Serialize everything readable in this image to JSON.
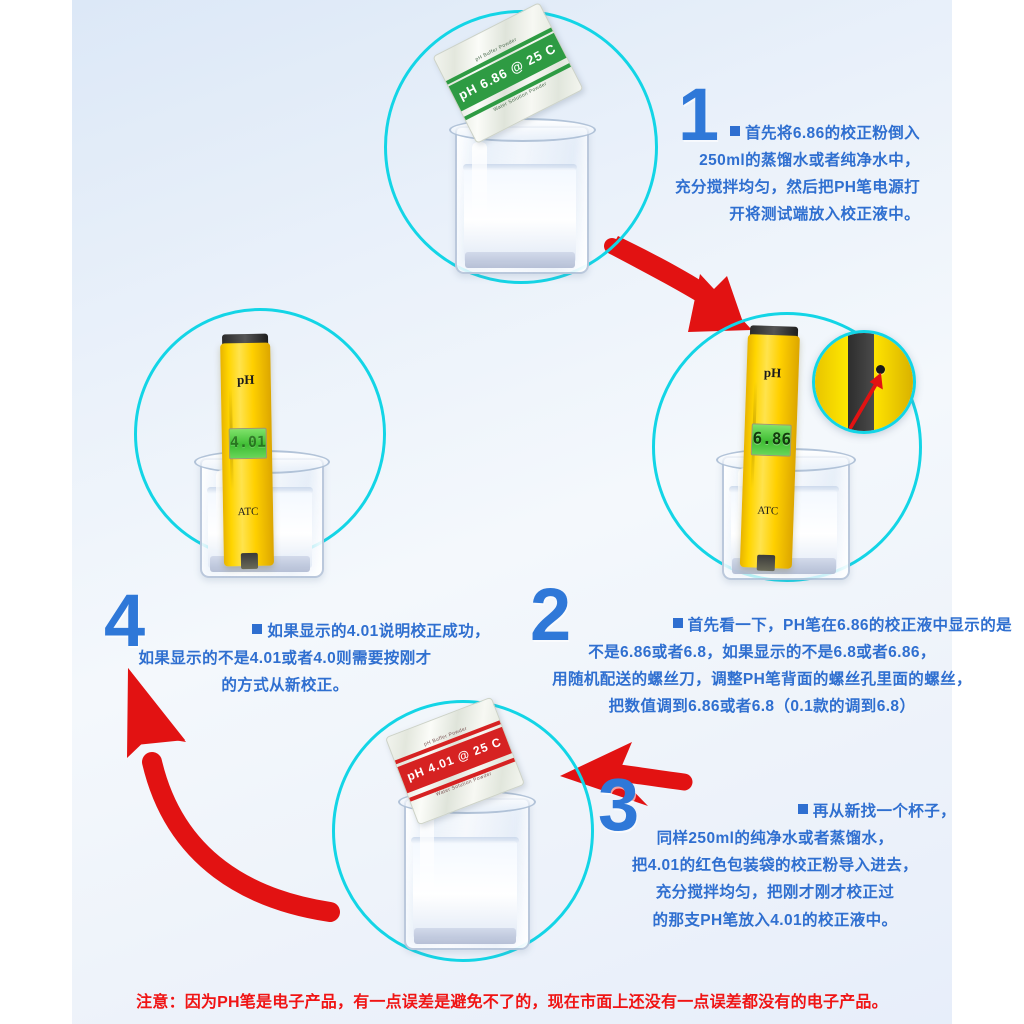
{
  "poster": {
    "background_color": "#eaf1fa",
    "accent_circle_color": "#13d5e6",
    "arrow_color": "#e21212",
    "text_color": "#2f6fd0",
    "warning_color": "#f01414"
  },
  "steps": [
    {
      "number": "1",
      "lines": [
        "首先将6.86的校正粉倒入",
        "250ml的蒸馏水或者纯净水中，",
        "充分搅拌均匀，然后把PH笔电源打",
        "开将测试端放入校正液中。"
      ]
    },
    {
      "number": "2",
      "lines": [
        "首先看一下，PH笔在6.86的校正液中显示的是",
        "不是6.86或者6.8，如果显示的不是6.8或者6.86，",
        "用随机配送的螺丝刀，调整PH笔背面的螺丝孔里面的螺丝，",
        "把数值调到6.86或者6.8（0.1款的调到6.8）"
      ]
    },
    {
      "number": "3",
      "lines": [
        "再从新找一个杯子，",
        "同样250ml的纯净水或者蒸馏水，",
        "把4.01的红色包装袋的校正粉导入进去，",
        "充分搅拌均匀，把刚才刚才校正过",
        "的那支PH笔放入4.01的校正液中。"
      ]
    },
    {
      "number": "4",
      "lines": [
        "如果显示的4.01说明校正成功，",
        "如果显示的不是4.01或者4.0则需要按刚才",
        "的方式从新校正。"
      ]
    }
  ],
  "sachets": {
    "green": {
      "brand_top": "pH Buffer Powder",
      "main_text": "pH 6.86 @ 25 C",
      "sub_text": "Water Solution Powder",
      "band_color": "#2e9b43"
    },
    "red": {
      "brand_top": "pH Buffer Powder",
      "main_text": "pH 4.01 @ 25 C",
      "sub_text": "Water Solution Powder",
      "band_color": "#d62222"
    }
  },
  "meters": {
    "step2": {
      "top_label": "pH",
      "reading": "6.86",
      "bottom_label": "ATC",
      "lcd_color": "#4ec241"
    },
    "step4": {
      "top_label": "pH",
      "reading": "4.01",
      "bottom_label": "ATC",
      "lcd_color": "#4ec241"
    }
  },
  "inset": {
    "caption": "screw-hole-detail"
  },
  "warning": "注意：因为PH笔是电子产品，有一点误差是避免不了的，现在市面上还没有一点误差都没有的电子产品。"
}
